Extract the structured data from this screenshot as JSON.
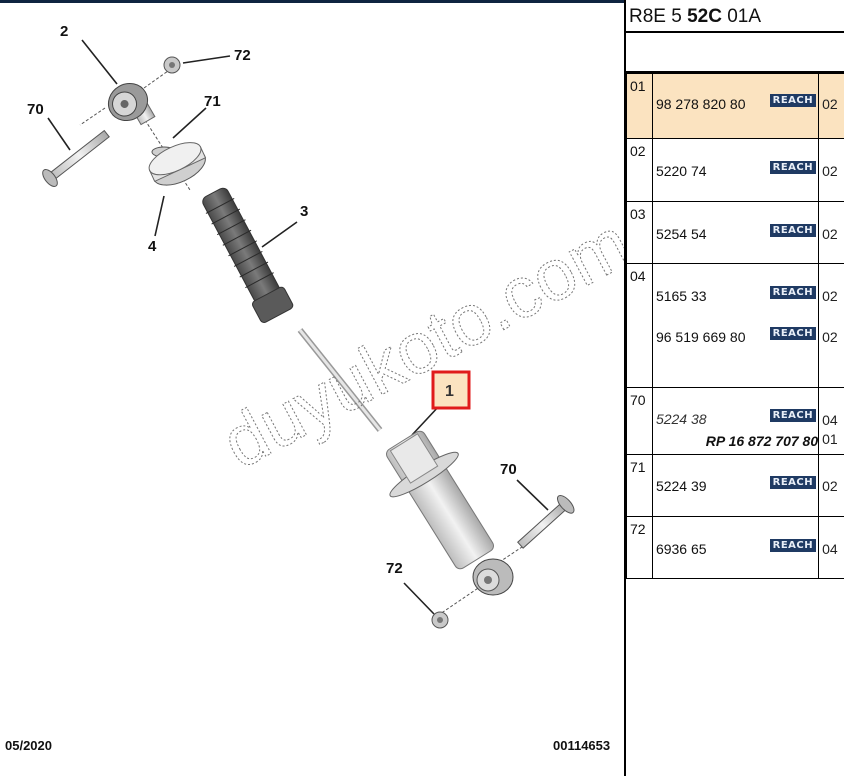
{
  "document": {
    "header": {
      "prefix": "R8E 5 ",
      "bold": "52C",
      "suffix": " 01A"
    },
    "footer": {
      "date": "05/2020",
      "reference": "00114653"
    },
    "watermark": "duyukoto.com",
    "highlight_color": "#fbe3c0",
    "reach_badge_color": "#1f3a63"
  },
  "diagram": {
    "title": "Rear shock absorber assembly exploded view",
    "callouts": [
      {
        "label": "2",
        "part": "upper bush / mount"
      },
      {
        "label": "72",
        "part": "nut (upper)"
      },
      {
        "label": "70",
        "part": "bolt (upper)"
      },
      {
        "label": "71",
        "part": "washer"
      },
      {
        "label": "4",
        "part": "bump stop cup"
      },
      {
        "label": "3",
        "part": "protective gaiter / bump stop"
      },
      {
        "label": "1",
        "part": "shock absorber (selected)"
      },
      {
        "label": "70",
        "part": "bolt (lower)"
      },
      {
        "label": "72",
        "part": "nut (lower)"
      }
    ]
  },
  "parts_table": {
    "rows": [
      {
        "index": "01",
        "highlighted": true,
        "lines": [
          {
            "part_number": "98 278 820 80",
            "badge": "REACH",
            "qty": "02"
          }
        ]
      },
      {
        "index": "02",
        "highlighted": false,
        "lines": [
          {
            "part_number": "5220 74",
            "badge": "REACH",
            "qty": "02"
          }
        ]
      },
      {
        "index": "03",
        "highlighted": false,
        "lines": [
          {
            "part_number": "5254 54",
            "badge": "REACH",
            "qty": "02"
          }
        ]
      },
      {
        "index": "04",
        "highlighted": false,
        "lines": [
          {
            "part_number": "5165 33",
            "badge": "REACH",
            "qty": "02"
          },
          {
            "part_number": "96 519 669 80",
            "badge": "REACH",
            "qty": "02"
          }
        ]
      },
      {
        "index": "70",
        "highlighted": false,
        "lines": [
          {
            "part_number": "5224 38",
            "badge": "REACH",
            "qty": "04",
            "italic": true
          },
          {
            "part_number": "RP 16 872 707 80",
            "qty": "01",
            "bold_italic": true
          }
        ]
      },
      {
        "index": "71",
        "highlighted": false,
        "lines": [
          {
            "part_number": "5224 39",
            "badge": "REACH",
            "qty": "02"
          }
        ]
      },
      {
        "index": "72",
        "highlighted": false,
        "lines": [
          {
            "part_number": "6936 65",
            "badge": "REACH",
            "qty": "04"
          }
        ]
      }
    ]
  }
}
